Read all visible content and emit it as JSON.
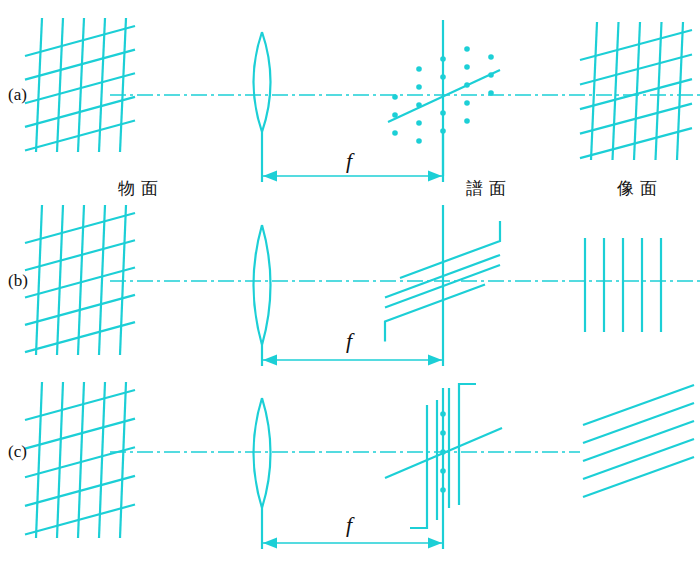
{
  "diagram": {
    "labels": [
      "(a)",
      "f",
      "物面",
      "譜面",
      "像面",
      "(b)",
      "f",
      "(c)",
      "f"
    ]
  }
}
